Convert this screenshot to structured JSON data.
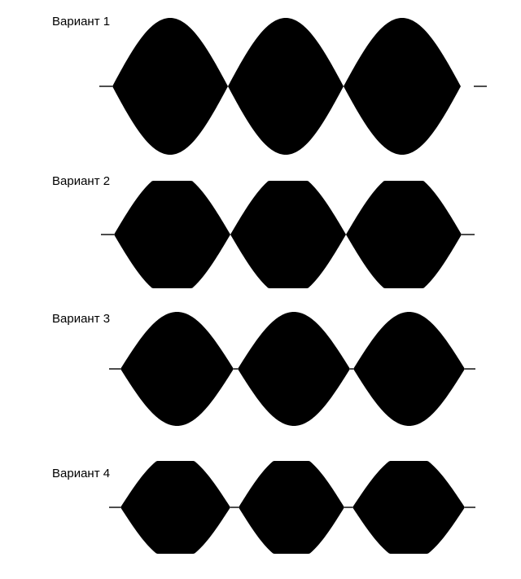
{
  "variants": [
    {
      "label": "Вариант 1",
      "top_shape": "sine",
      "gap": false
    },
    {
      "label": "Вариант 2",
      "top_shape": "flat",
      "gap": false
    },
    {
      "label": "Вариант 3",
      "top_shape": "sine",
      "gap": true
    },
    {
      "label": "Вариант 4",
      "top_shape": "flat",
      "gap": true
    }
  ],
  "colors": {
    "envelope_fill": "#000000",
    "baseline": "#000000",
    "background": "#ffffff"
  }
}
